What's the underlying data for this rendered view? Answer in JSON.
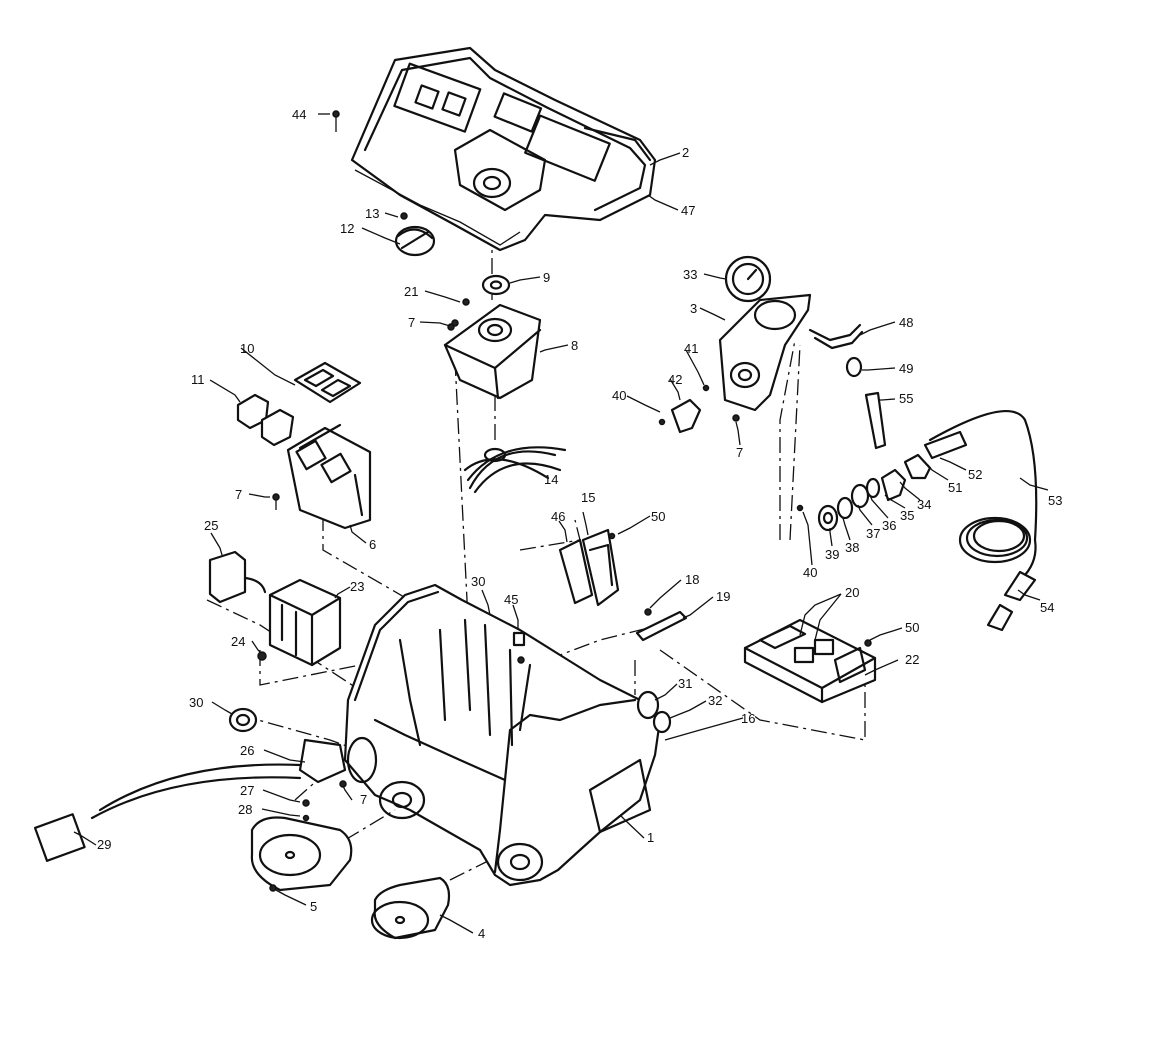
{
  "callouts": {
    "c1": "1",
    "c2": "2",
    "c3": "3",
    "c4": "4",
    "c5": "5",
    "c6": "6",
    "c7a": "7",
    "c7b": "7",
    "c7c": "7",
    "c7d": "7",
    "c8": "8",
    "c9": "9",
    "c10": "10",
    "c11": "11",
    "c12": "12",
    "c13": "13",
    "c14": "14",
    "c15": "15",
    "c16": "16",
    "c18": "18",
    "c19": "19",
    "c20": "20",
    "c21": "21",
    "c22": "22",
    "c23": "23",
    "c24": "24",
    "c25": "25",
    "c26": "26",
    "c27": "27",
    "c28": "28",
    "c29": "29",
    "c30a": "30",
    "c30b": "30",
    "c31": "31",
    "c32": "32",
    "c33": "33",
    "c34": "34",
    "c35": "35",
    "c36": "36",
    "c37": "37",
    "c38": "38",
    "c39": "39",
    "c40a": "40",
    "c40b": "40",
    "c41": "41",
    "c42": "42",
    "c44": "44",
    "c45": "45",
    "c46": "46",
    "c47": "47",
    "c48": "48",
    "c49": "49",
    "c50a": "50",
    "c50b": "50",
    "c51": "51",
    "c52": "52",
    "c53": "53",
    "c54": "54",
    "c55": "55"
  }
}
